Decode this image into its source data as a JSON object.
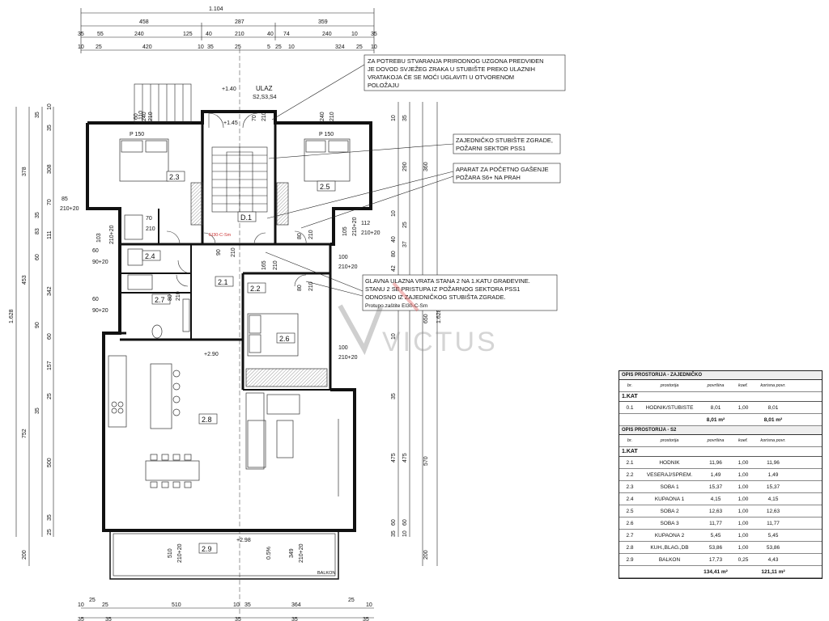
{
  "plan": {
    "top_dims": {
      "row0": "1.104",
      "row1": [
        "458",
        "287",
        "359"
      ],
      "row2": [
        "35",
        "55",
        "240",
        "125",
        "40",
        "210",
        "40",
        "74",
        "240",
        "10",
        "35"
      ],
      "row3": [
        "10",
        "25",
        "420",
        "10",
        "35",
        "25",
        "5",
        "25",
        "10",
        "324",
        "25",
        "10"
      ]
    },
    "bottom_dims": {
      "row1": [
        "10",
        "25",
        "25",
        "510",
        "10",
        "35",
        "364",
        "25",
        "10"
      ],
      "row2": [
        "35",
        "35",
        "35",
        "35",
        "35"
      ]
    },
    "left_dims": {
      "outer": "1.628",
      "mid": [
        "378",
        "453",
        "752",
        "200"
      ],
      "inner": [
        "35",
        "10",
        "35",
        "308",
        "70",
        "35",
        "111",
        "83",
        "60",
        "342",
        "90",
        "60",
        "157",
        "25",
        "35",
        "500",
        "35",
        "25"
      ]
    },
    "right_dims": {
      "outer": "1.628",
      "mid": [
        "360",
        "650",
        "570",
        "200"
      ],
      "inner": [
        "10",
        "35",
        "290",
        "10",
        "25",
        "40",
        "37",
        "80",
        "42",
        "35",
        "475",
        "60",
        "35",
        "10",
        "475",
        "60",
        "10"
      ]
    },
    "rooms": [
      "2.3",
      "2.5",
      "D.1",
      "2.4",
      "2.1",
      "2.2",
      "2.7",
      "2.6",
      "2.8",
      "2.9"
    ],
    "openings": [
      {
        "w": "85",
        "h": "210+20"
      },
      {
        "w": "103",
        "h": "210+20"
      },
      {
        "w": "70",
        "h": "210"
      },
      {
        "w": "60",
        "h": "90+20"
      },
      {
        "w": "60",
        "h": "90+20"
      },
      {
        "w": "90",
        "h": "210"
      },
      {
        "w": "165",
        "h": "210"
      },
      {
        "w": "80",
        "h": "210"
      },
      {
        "w": "80",
        "h": "210"
      },
      {
        "w": "112",
        "h": "210+20"
      },
      {
        "w": "105",
        "h": "210+20"
      },
      {
        "w": "100",
        "h": "210+20"
      },
      {
        "w": "100",
        "h": "210+20"
      },
      {
        "w": "240",
        "h": "210"
      },
      {
        "w": "240",
        "h": "210"
      },
      {
        "w": "60",
        "h": "110"
      },
      {
        "w": "510",
        "h": "210+20"
      },
      {
        "w": "349",
        "h": "210+20"
      },
      {
        "w": "80",
        "h": "210"
      },
      {
        "w": "70",
        "h": "210"
      }
    ],
    "labels": {
      "ulaz": "ULAZ",
      "ulaz_codes": "S2,S3,S4",
      "lvl_140": "+1.40",
      "lvl_145": "+1.45",
      "lvl_290": "+2.90",
      "lvl_298": "+2.98",
      "p150_a": "P 150",
      "p150_b": "P 150",
      "ei_note": "EI30-C-Sm",
      "slope": "0.5%",
      "balkon": "BALKON"
    },
    "notes": {
      "n1": [
        "ZA POTREBU STVARANJA PRIRODNOG UZGONA PREDVIĐEN",
        "JE DOVOD SVJEŽEG ZRAKA U STUBIŠTE PREKO ULAZNIH",
        "VRATAKOJA ĆE SE MOĆI UGLAVITI U OTVORENOM",
        "POLOŽAJU"
      ],
      "n2": [
        "ZAJEDNIČKO STUBIŠTE ZGRADE,",
        "POŽARNI SEKTOR PSS1"
      ],
      "n3": [
        "APARAT ZA POČETNO GAŠENJE",
        "POŽARA S6+ NA PRAH"
      ],
      "n4": [
        "GLAVNA ULAZNA VRATA STANA 2 NA 1.KATU GRAĐEVINE.",
        "STANU 2 SE PRISTUPA IZ POŽARNOG SEKTORA PSS1",
        "ODNOSNO IZ ZAJEDNIČKOG STUBIŠTA ZGRADE.",
        "Protupo.zaštite EI30-C-Sm"
      ]
    },
    "watermark": "VICTUS"
  },
  "table": {
    "sec1": "OPIS PROSTORIJA - ZAJEDNIČKO",
    "sec2": "OPIS PROSTORIJA - S2",
    "headers": [
      "br.",
      "prostorija",
      "površina",
      "koef.",
      "korisna povr."
    ],
    "kat1": "1.KAT",
    "kat2": "1.KAT",
    "common_rows": [
      [
        "0.1",
        "HODNIK/STUBIŠTE",
        "8,01",
        "1,00",
        "8,01"
      ]
    ],
    "common_total": [
      "",
      "",
      "8,01 m²",
      "",
      "8,01 m²"
    ],
    "s2_rows": [
      [
        "2.1",
        "HODNIK",
        "11,96",
        "1,00",
        "11,96"
      ],
      [
        "2.2",
        "VEŠERAJ/SPREM.",
        "1,49",
        "1,00",
        "1,49"
      ],
      [
        "2.3",
        "SOBA 1",
        "15,37",
        "1,00",
        "15,37"
      ],
      [
        "2.4",
        "KUPAONA 1",
        "4,15",
        "1,00",
        "4,15"
      ],
      [
        "2.5",
        "SOBA 2",
        "12,63",
        "1,00",
        "12,63"
      ],
      [
        "2.6",
        "SOBA 3",
        "11,77",
        "1,00",
        "11,77"
      ],
      [
        "2.7",
        "KUPAONA 2",
        "5,45",
        "1,00",
        "5,45"
      ],
      [
        "2.8",
        "KUH.,BLAG.,DB",
        "53,86",
        "1,00",
        "53,86"
      ],
      [
        "2.9",
        "BALKON",
        "17,73",
        "0,25",
        "4,43"
      ]
    ],
    "s2_total": [
      "",
      "",
      "134,41 m²",
      "",
      "121,11 m²"
    ]
  }
}
